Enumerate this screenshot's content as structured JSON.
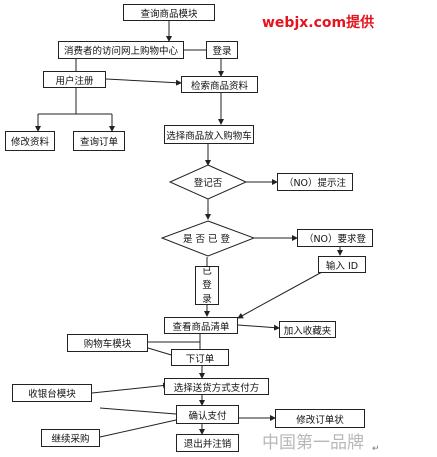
{
  "brand": "webjx.com提供",
  "watermark": "中国第一品牌",
  "watermark_mark": "↵",
  "nodes": {
    "query_module": "查询商品模块",
    "visit_center": "消费者的访问网上购物中心",
    "login": "登录",
    "user_register": "用户注册",
    "search_goods": "检索商品资料",
    "edit_profile": "修改资料",
    "query_order": "查询订单",
    "choose_cart": "选择商品放入购物车",
    "registered_q": "登记否",
    "no_prompt": "（NO）提示注",
    "logged_in_q": "是否已登",
    "no_require": "（NO）要求登",
    "already_logged": [
      "已",
      "登",
      "录"
    ],
    "input_id": "输入 ID",
    "view_list": "查看商品清单",
    "add_favorite": "加入收藏夹",
    "cart_module": "购物车模块",
    "place_order": "下订单",
    "choose_delivery": "选择送货方式支付方",
    "checkout_module": "收银台模块",
    "confirm_pay": "确认支付",
    "modify_order": "修改订单状",
    "purchase_module": "继续采购",
    "exit_logout": "退出并注销"
  }
}
